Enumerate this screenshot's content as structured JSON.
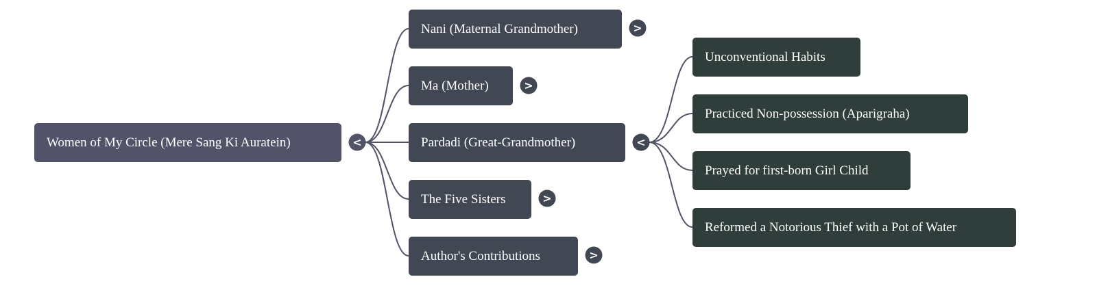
{
  "root": {
    "label": "Women of My Circle (Mere Sang Ki Auratein)",
    "toggle": "<"
  },
  "children": [
    {
      "label": "Nani (Maternal Grandmother)",
      "toggle": ">"
    },
    {
      "label": "Ma (Mother)",
      "toggle": ">"
    },
    {
      "label": "Pardadi (Great-Grandmother)",
      "toggle": "<"
    },
    {
      "label": "The Five Sisters",
      "toggle": ">"
    },
    {
      "label": "Author's Contributions",
      "toggle": ">"
    }
  ],
  "pardadi_children": [
    {
      "label": "Unconventional Habits"
    },
    {
      "label": "Practiced Non-possession (Aparigraha)"
    },
    {
      "label": "Prayed for first-born Girl Child"
    },
    {
      "label": "Reformed a Notorious Thief with a Pot of Water"
    }
  ],
  "colors": {
    "root": "#525269",
    "level1": "#414853",
    "level2": "#2f3e3b",
    "link": "#525269"
  }
}
